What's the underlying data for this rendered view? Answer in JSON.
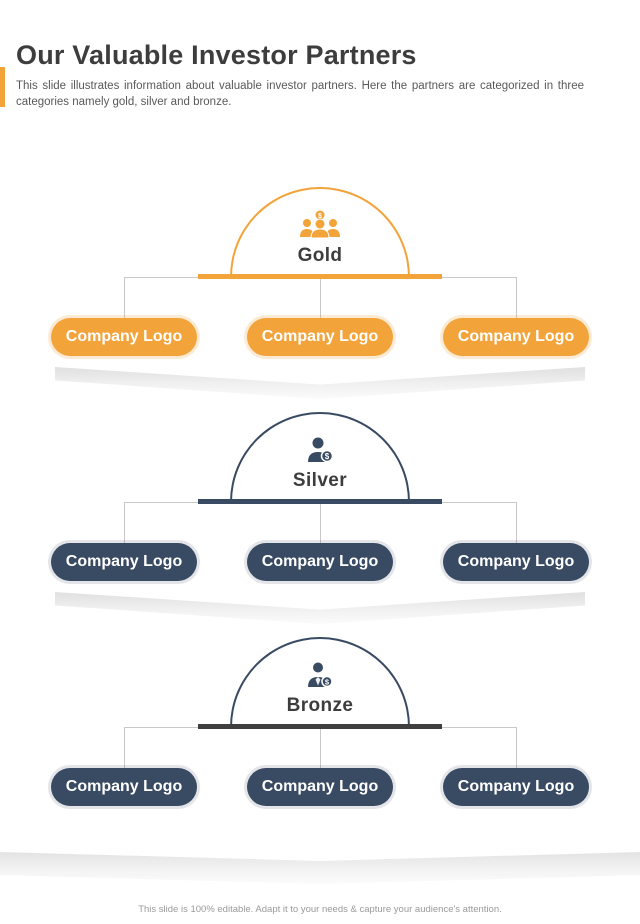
{
  "slide": {
    "title": "Our Valuable Investor Partners",
    "subtitle": "This slide illustrates information about valuable investor partners. Here the partners are categorized in three categories namely gold, silver and bronze.",
    "footer": "This slide is 100% editable. Adapt it to your needs & capture your audience's attention."
  },
  "icons": {
    "dollar_glyph": "$"
  },
  "colors": {
    "gold_accent": "#F2A33A",
    "navy_accent": "#394A63",
    "bronze_bar": "#3F3F3F",
    "connector_gray": "#C9C9C9",
    "chevron_gray": "#E5E5E5",
    "title_text": "#3D3D3D",
    "body_text": "#595959",
    "footer_text": "#9A9A9A"
  },
  "tiers": [
    {
      "name": "Gold",
      "icon": "people-dollar-icon",
      "accent": "#F2A33A",
      "bar_color": "#F2A33A",
      "logos": [
        "Company Logo",
        "Company Logo",
        "Company Logo"
      ]
    },
    {
      "name": "Silver",
      "icon": "person-dollar-icon",
      "accent": "#394A63",
      "bar_color": "#394A63",
      "logos": [
        "Company Logo",
        "Company Logo",
        "Company Logo"
      ]
    },
    {
      "name": "Bronze",
      "icon": "businessman-dollar-icon",
      "accent": "#394A63",
      "bar_color": "#3F3F3F",
      "logos": [
        "Company Logo",
        "Company Logo",
        "Company Logo"
      ]
    }
  ]
}
